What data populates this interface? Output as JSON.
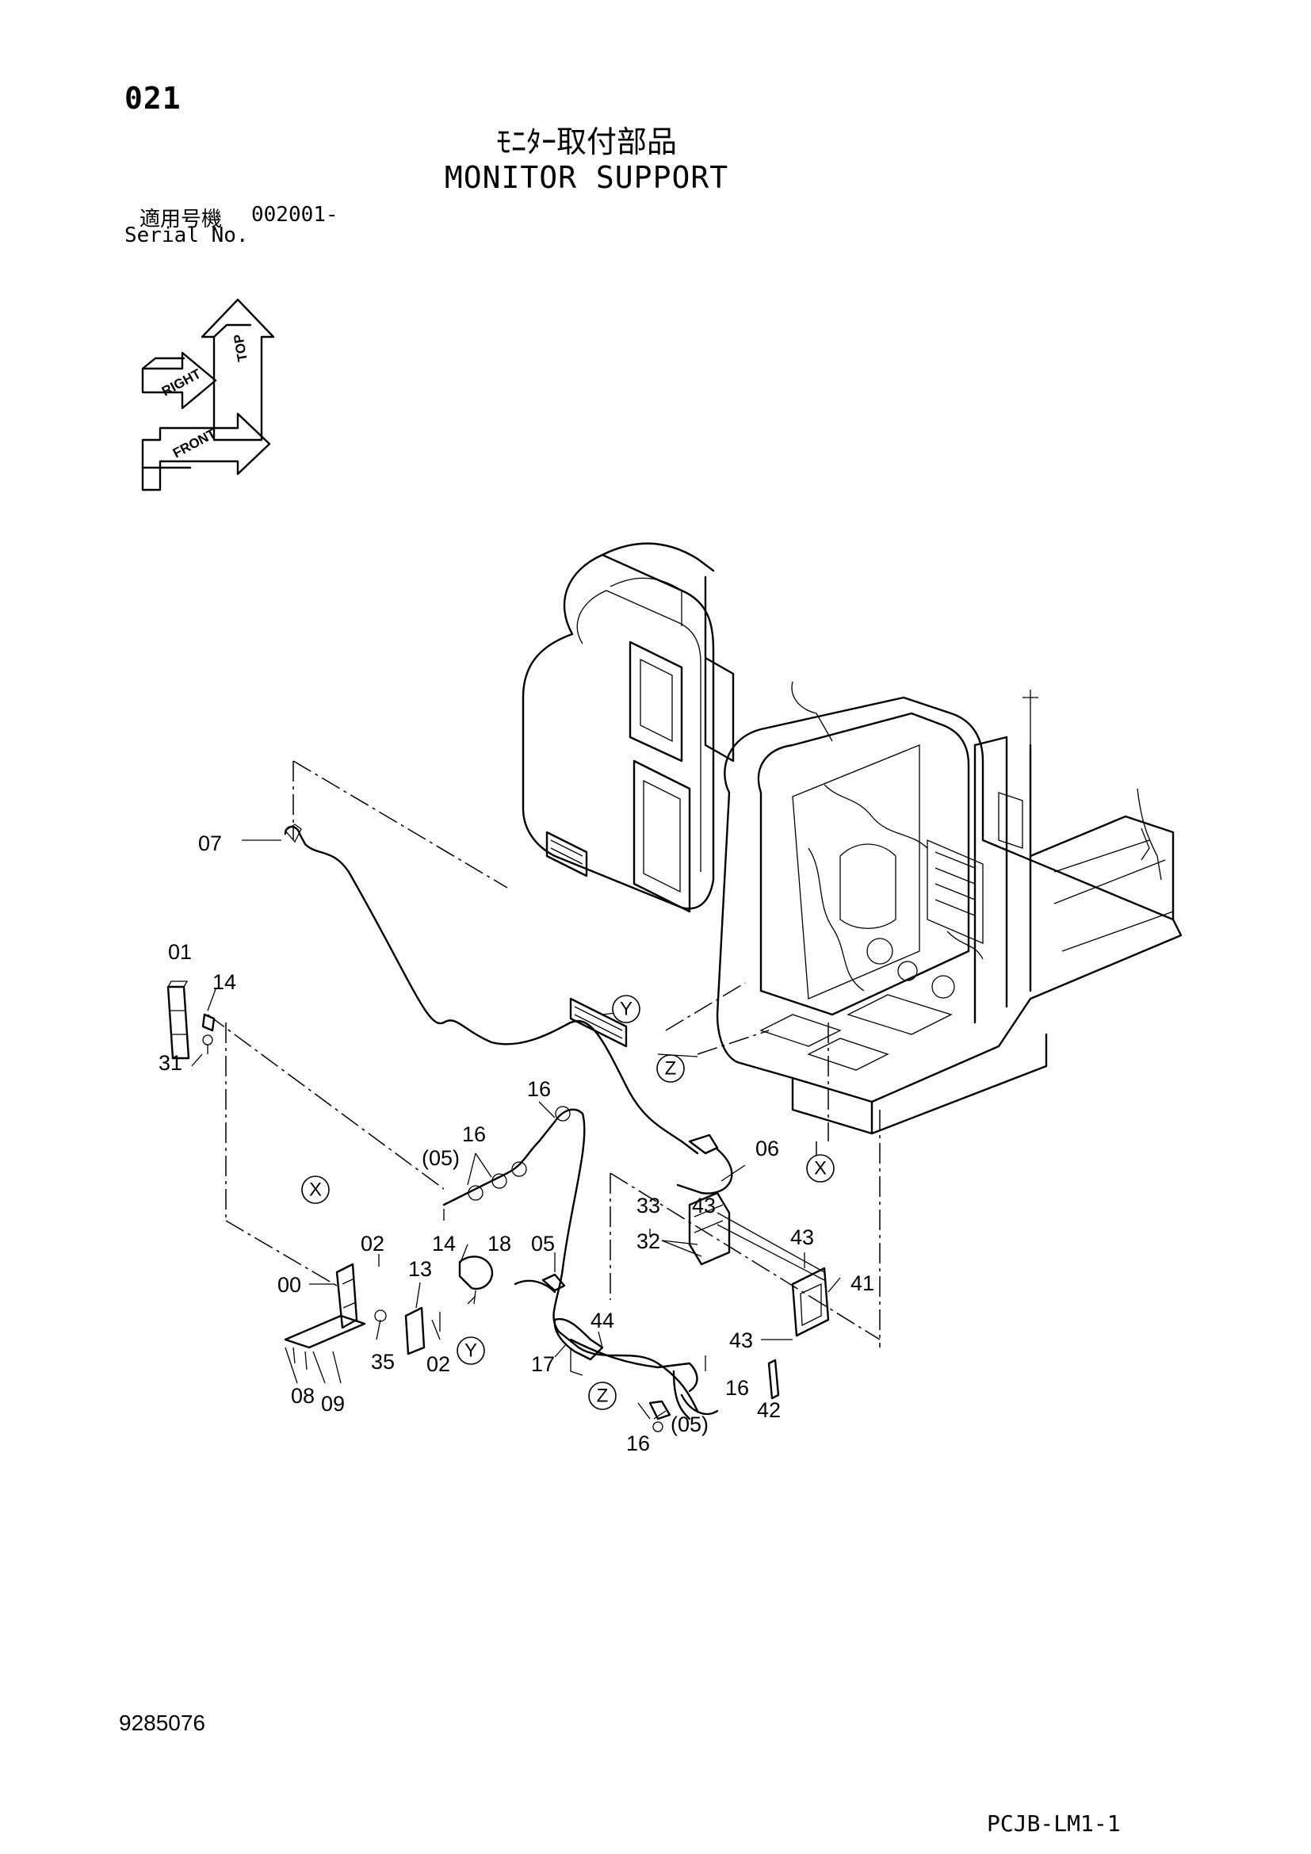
{
  "header": {
    "page_number": "021",
    "title_jp": "ﾓﾆﾀｰ取付部品",
    "title_en": "MONITOR SUPPORT",
    "serial_label_jp": "適用号機",
    "serial_range": "002001-",
    "serial_label_en": "Serial No."
  },
  "orientation": [
    "TOP",
    "RIGHT",
    "FRONT"
  ],
  "callouts": [
    "07",
    "01",
    "14",
    "31",
    "16",
    "(05)",
    "16",
    "14",
    "X",
    "02",
    "13",
    "18",
    "05",
    "00",
    "35",
    "02",
    "Y",
    "08",
    "09",
    "06",
    "33",
    "43",
    "32",
    "43",
    "41",
    "43",
    "44",
    "17",
    "Z",
    "16",
    "42",
    "16",
    "(05)"
  ],
  "references": [
    "Y",
    "Z",
    "X"
  ],
  "footer": {
    "doc_code": "9285076",
    "sheet_code": "PCJB-LM1-1"
  }
}
